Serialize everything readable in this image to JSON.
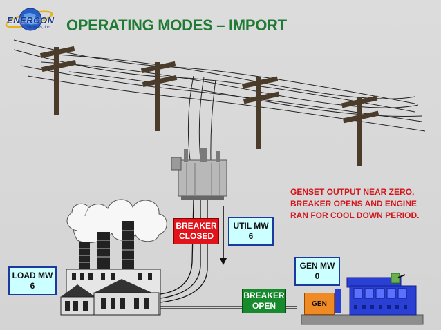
{
  "logo": {
    "name": "ENERCON",
    "subtitle": "Services, Inc."
  },
  "title": "OPERATING MODES – IMPORT",
  "boxes": {
    "load": {
      "line1": "LOAD MW",
      "line2": "6"
    },
    "breaker_closed": {
      "line1": "BREAKER",
      "line2": "CLOSED"
    },
    "util": {
      "line1": "UTIL MW",
      "line2": "6"
    },
    "gen_mw": {
      "line1": "GEN MW",
      "line2": "0"
    },
    "breaker_open": {
      "line1": "BREAKER",
      "line2": "OPEN"
    },
    "gen": "GEN"
  },
  "note": [
    "GENSET OUTPUT NEAR ZERO,",
    "BREAKER OPENS AND ENGINE",
    "RAN FOR COOL DOWN PERIOD."
  ],
  "colors": {
    "title_green": "#1f7a34",
    "alert_red": "#d4151a",
    "box_cyan": "#ccffff",
    "breaker_red": "#e0141a",
    "breaker_green": "#168a2c",
    "gen_orange": "#f08a24",
    "engine_blue": "#2a3fd4"
  }
}
